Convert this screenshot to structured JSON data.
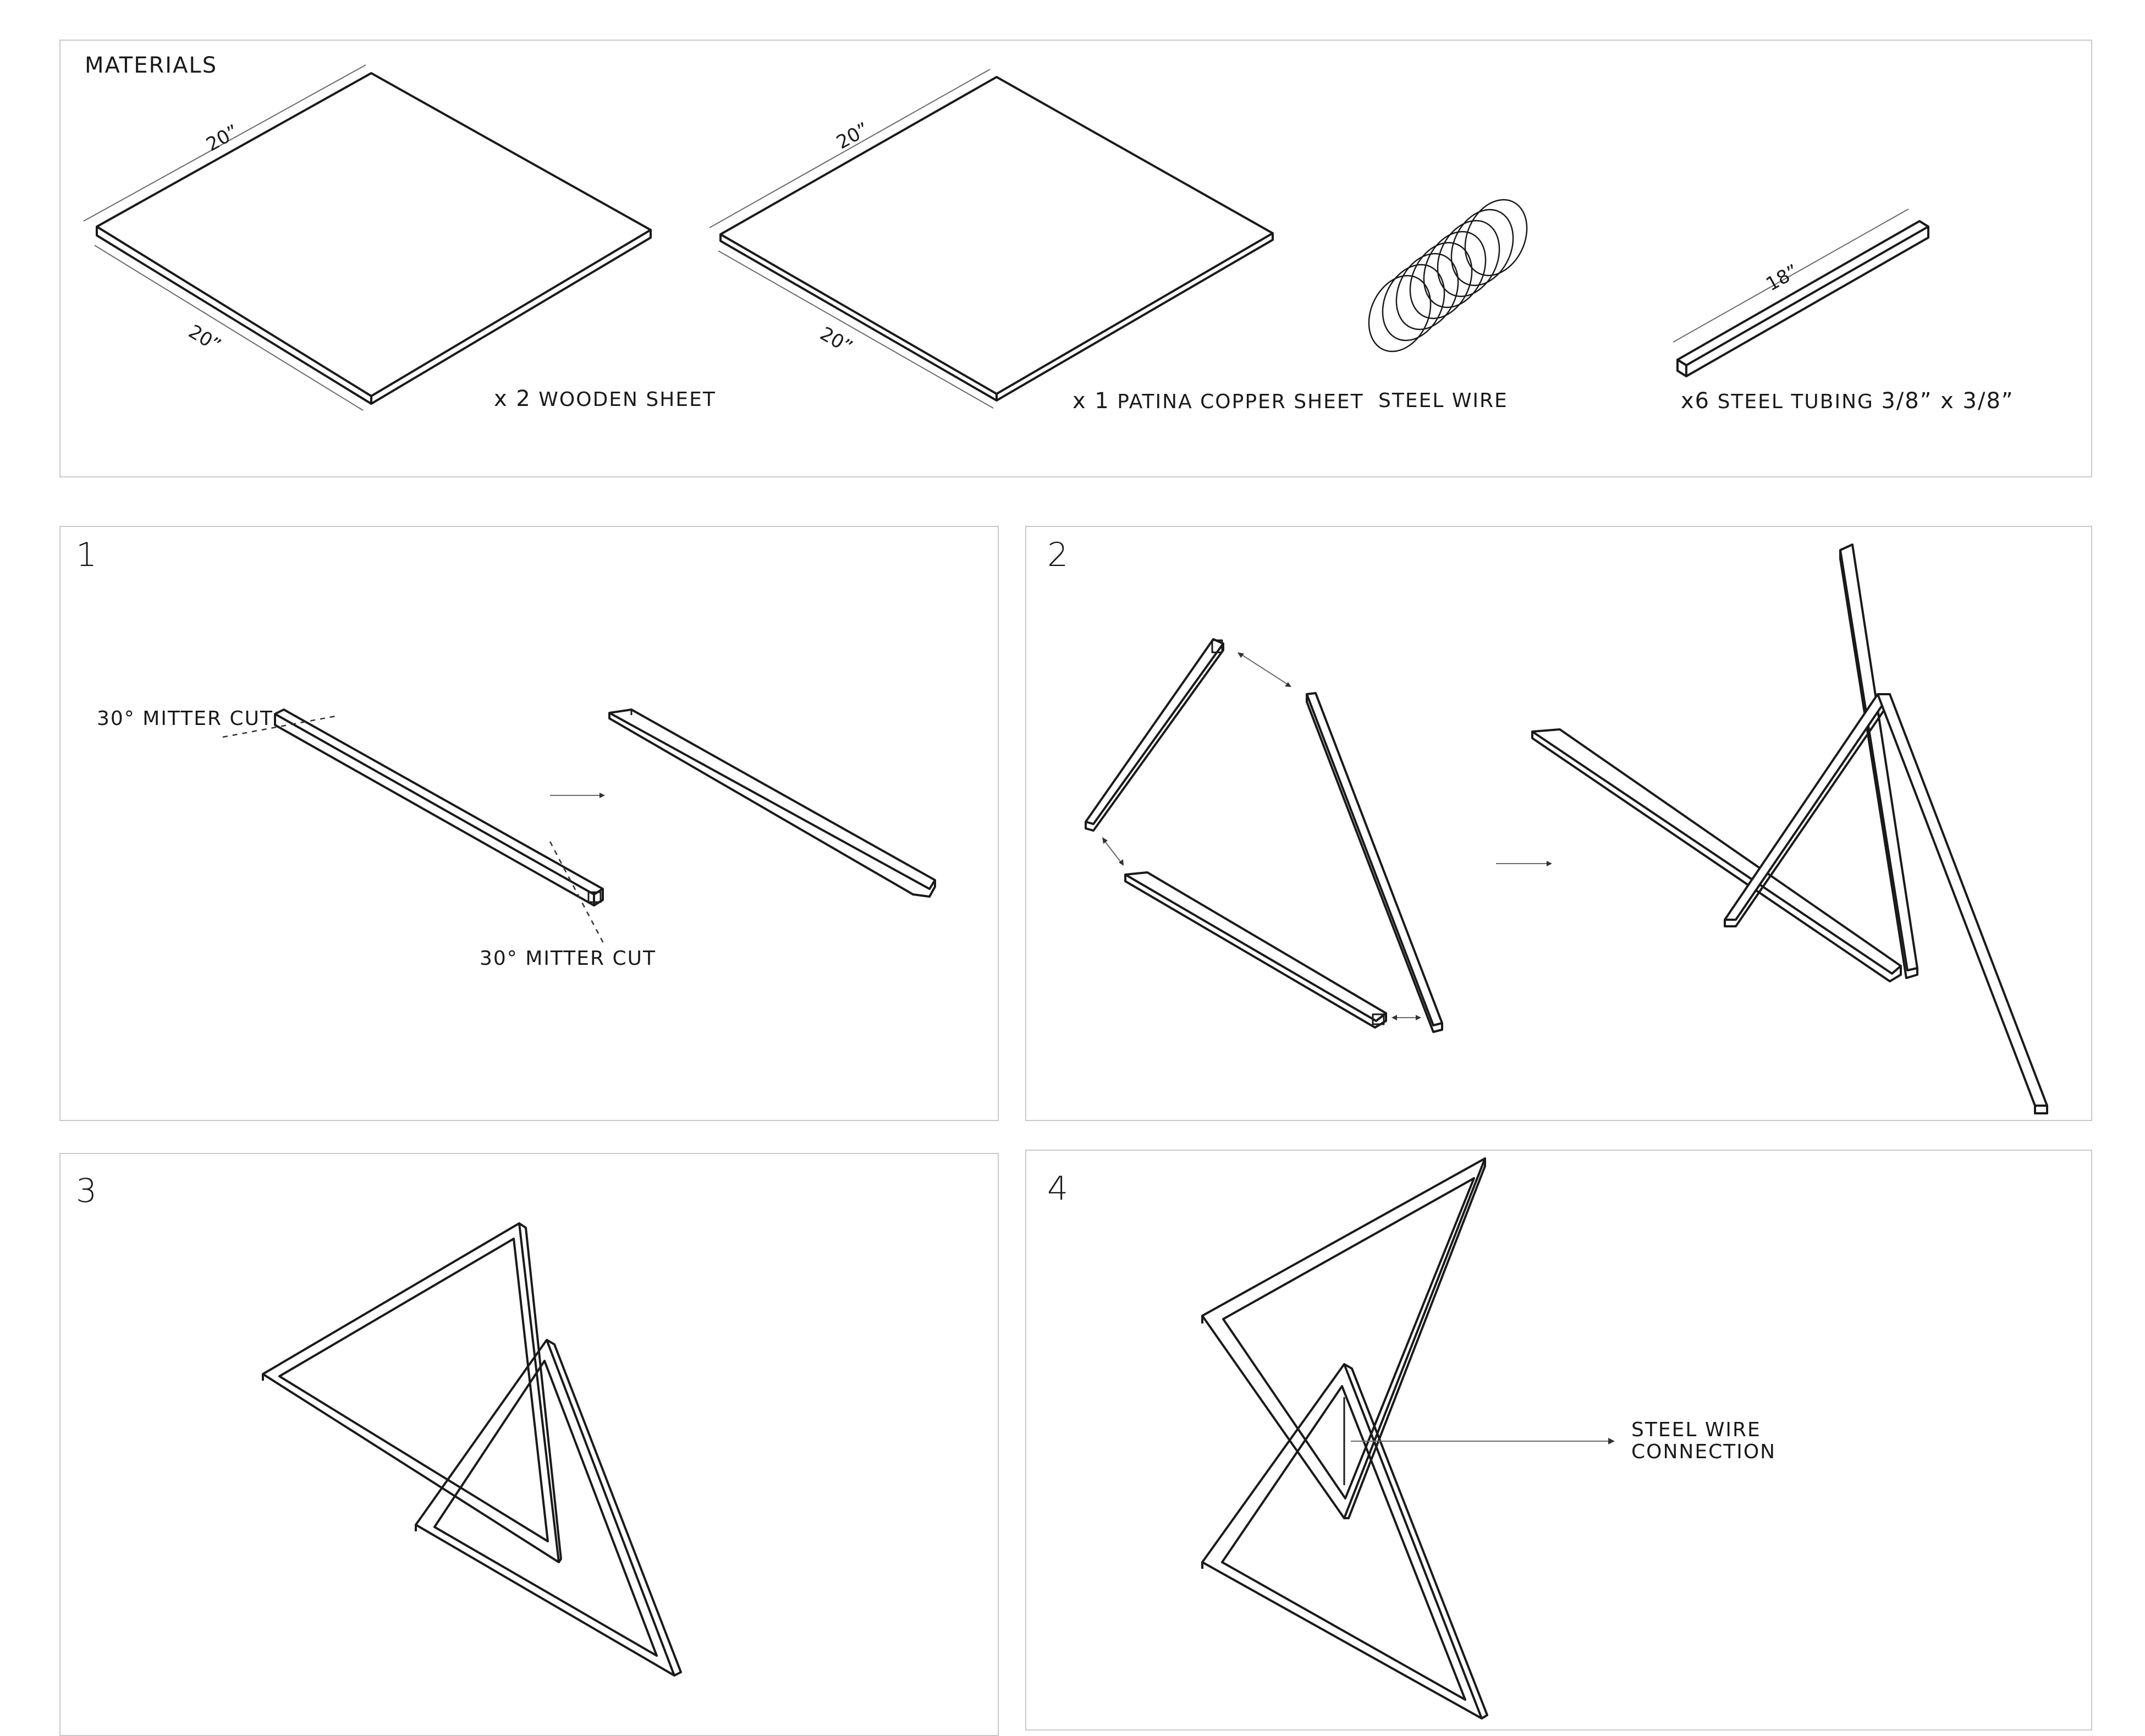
{
  "materials": {
    "title": "MATERIALS",
    "wood": {
      "dim_top": "20”",
      "dim_side": "20”",
      "qty": "x 2",
      "name": "WOODEN SHEET"
    },
    "copper": {
      "dim_top": "20”",
      "dim_side": "20”",
      "qty": "x 1",
      "name": "PATINA COPPER SHEET"
    },
    "wire": {
      "name": "STEEL WIRE"
    },
    "tubing": {
      "dim": "18”",
      "qty": "x6",
      "name": "STEEL TUBING",
      "size": "3/8” x 3/8”"
    }
  },
  "steps": {
    "s1": {
      "number": "1",
      "cut_top": "30° MITTER CUT",
      "cut_bottom": "30° MITTER CUT"
    },
    "s2": {
      "number": "2"
    },
    "s3": {
      "number": "3"
    },
    "s4": {
      "number": "4",
      "callout_line1": "STEEL WIRE",
      "callout_line2": "CONNECTION"
    }
  }
}
